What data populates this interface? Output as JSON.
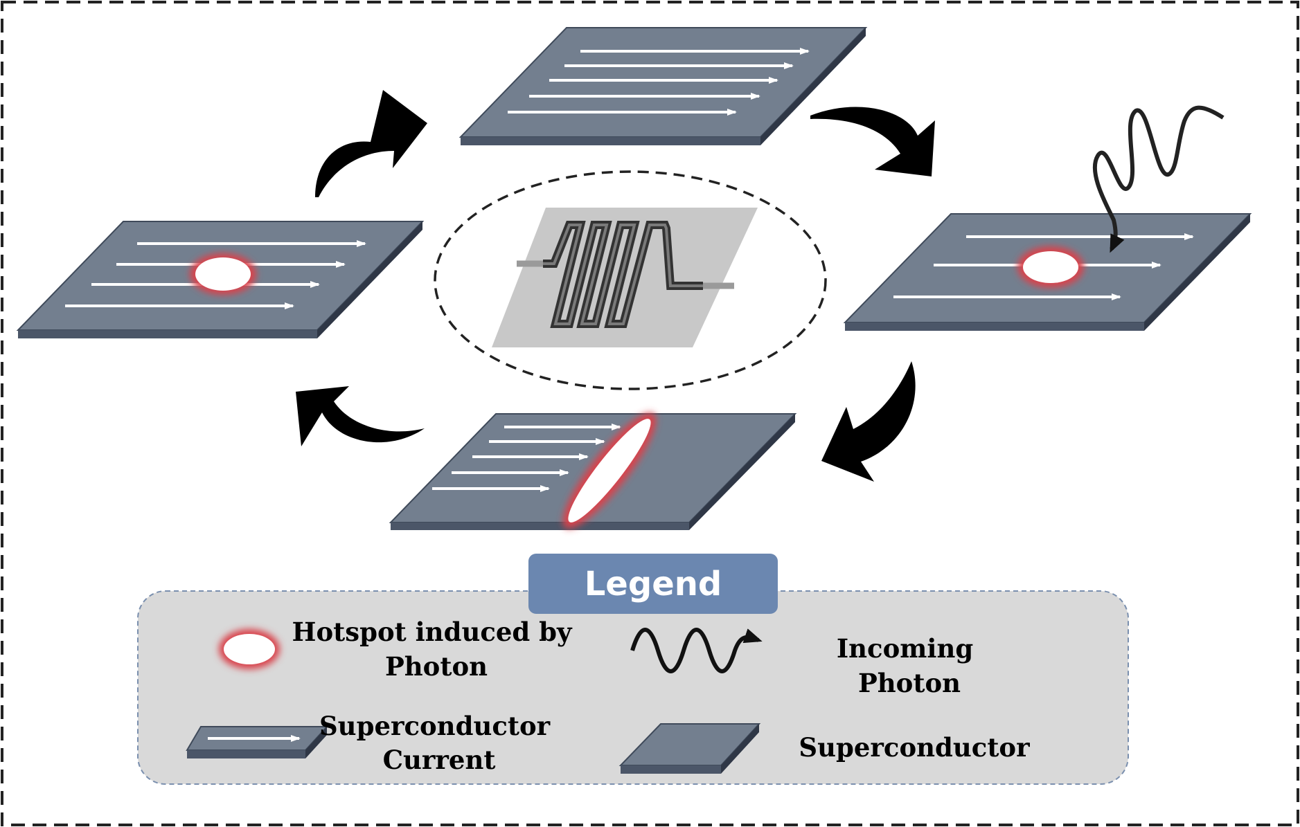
{
  "figure": {
    "legend": {
      "title": "Legend",
      "items": [
        {
          "key": "hotspot",
          "lines": [
            "Hotspot induced by",
            "Photon"
          ]
        },
        {
          "key": "photon",
          "lines": [
            "Incoming",
            "Photon"
          ]
        },
        {
          "key": "current",
          "lines": [
            "Superconductor",
            "Current"
          ]
        },
        {
          "key": "superconductor",
          "lines": [
            "Superconductor"
          ]
        }
      ]
    },
    "colors": {
      "plate_top": "#737f8f",
      "plate_edge": "#4b5668",
      "current_arrow": "#ffffff",
      "hotspot_glow": "#d9434b",
      "legend_bg": "#d9d9d9",
      "legend_header": "#6b87b0",
      "cycle_arrow": "#000000",
      "nanowire_substrate": "#c8c8c8"
    },
    "stages": [
      {
        "name": "steady-state-current"
      },
      {
        "name": "photon-absorption-hotspot"
      },
      {
        "name": "resistive-barrier-formed"
      },
      {
        "name": "recovery-hotspot-shrinking"
      }
    ]
  }
}
